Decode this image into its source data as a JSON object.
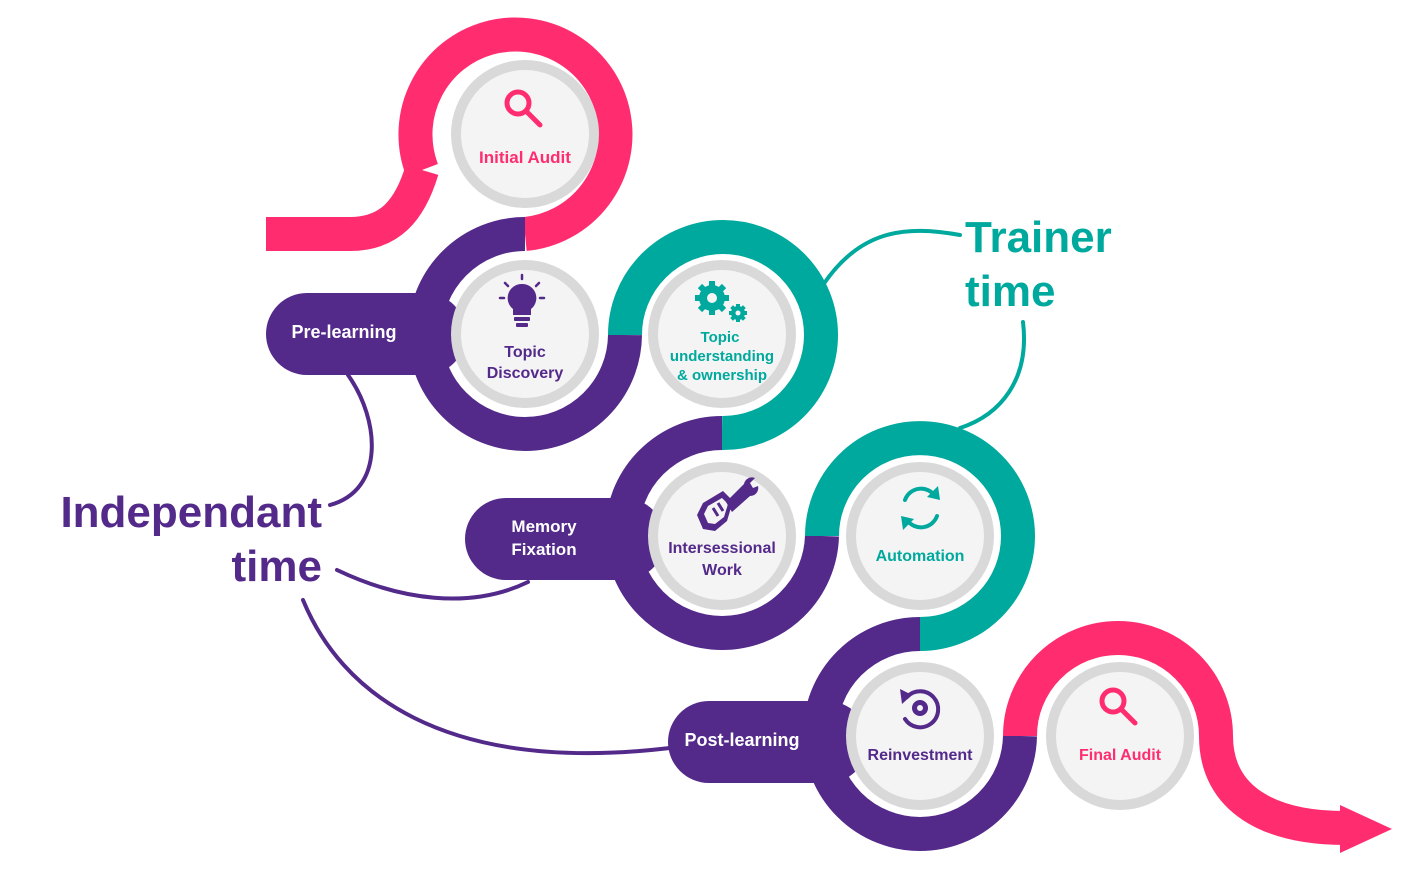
{
  "colors": {
    "pink": "#ff2d6f",
    "purple": "#53298a",
    "teal": "#00a99d",
    "white": "#ffffff",
    "ring": "#d9d9d9",
    "disc": "#f4f4f5"
  },
  "big_labels": {
    "trainer_line1": "Trainer",
    "trainer_line2": "time",
    "independant_line1": "Independant",
    "independant_line2": "time"
  },
  "phases": {
    "pre_learning": "Pre-learning",
    "memory_line1": "Memory",
    "memory_line2": "Fixation",
    "post_learning": "Post-learning"
  },
  "steps": {
    "initial_audit": {
      "label": "Initial Audit",
      "icon": "magnifier-icon"
    },
    "topic_discovery": {
      "line1": "Topic",
      "line2": "Discovery",
      "icon": "lightbulb-icon"
    },
    "topic_understanding": {
      "line1": "Topic",
      "line2": "understanding",
      "line3": "& ownership",
      "icon": "gears-icon"
    },
    "intersessional_work": {
      "line1": "Intersessional",
      "line2": "Work",
      "icon": "wrench-hand-icon"
    },
    "automation": {
      "label": "Automation",
      "icon": "refresh-icon"
    },
    "reinvestment": {
      "label": "Reinvestment",
      "icon": "reinvest-icon"
    },
    "final_audit": {
      "label": "Final Audit",
      "icon": "magnifier-icon"
    }
  }
}
